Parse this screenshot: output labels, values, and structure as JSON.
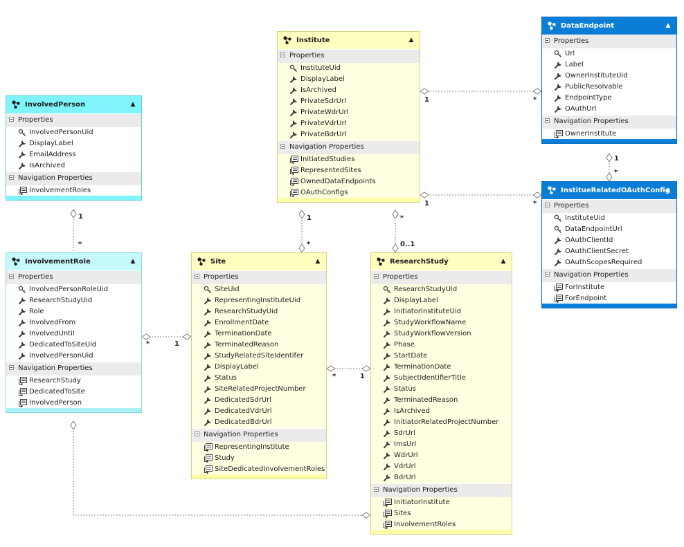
{
  "colors": {
    "yellow_header": "#ffffc0",
    "cyan_header": "#7ff5fb",
    "light_cyan_header": "#c5f9fc",
    "blue_header": "#0a7dd6",
    "section_bg": "#ebebeb",
    "connector": "#8a8a8a"
  },
  "section_labels": {
    "properties": "Properties",
    "navigation": "Navigation Properties"
  },
  "collapse_glyph": "▲",
  "entities": [
    {
      "title": "InvolvedPerson",
      "properties": [
        {
          "name": "InvolvedPersonUid",
          "icon": "key-icon"
        },
        {
          "name": "DisplayLabel",
          "icon": "wrench-icon"
        },
        {
          "name": "EmailAddress",
          "icon": "wrench-icon"
        },
        {
          "name": "IsArchived",
          "icon": "wrench-icon"
        }
      ],
      "navigation": [
        "InvolvementRoles"
      ]
    },
    {
      "title": "InvolvementRole",
      "properties": [
        {
          "name": "InvolvedPersonRoleUid",
          "icon": "key-icon"
        },
        {
          "name": "ResearchStudyUid",
          "icon": "wrench-icon"
        },
        {
          "name": "Role",
          "icon": "wrench-icon"
        },
        {
          "name": "InvolvedFrom",
          "icon": "wrench-icon"
        },
        {
          "name": "InvolvedUntil",
          "icon": "wrench-icon"
        },
        {
          "name": "DedicatedToSiteUid",
          "icon": "wrench-icon"
        },
        {
          "name": "InvolvedPersonUid",
          "icon": "wrench-icon"
        }
      ],
      "navigation": [
        "ResearchStudy",
        "DedicatedToSite",
        "InvolvedPerson"
      ]
    },
    {
      "title": "Institute",
      "properties": [
        {
          "name": "InstituteUid",
          "icon": "key-icon"
        },
        {
          "name": "DisplayLabel",
          "icon": "wrench-icon"
        },
        {
          "name": "IsArchived",
          "icon": "wrench-icon"
        },
        {
          "name": "PrivateSdrUrl",
          "icon": "wrench-icon"
        },
        {
          "name": "PrivateWdrUrl",
          "icon": "wrench-icon"
        },
        {
          "name": "PrivateVdrUrl",
          "icon": "wrench-icon"
        },
        {
          "name": "PrivateBdrUrl",
          "icon": "wrench-icon"
        }
      ],
      "navigation": [
        "InitiatedStudies",
        "RepresentedSites",
        "OwnedDataEndpoints",
        "OAuthConfigs"
      ]
    },
    {
      "title": "DataEndpoint",
      "properties": [
        {
          "name": "Url",
          "icon": "key-icon"
        },
        {
          "name": "Label",
          "icon": "wrench-icon"
        },
        {
          "name": "OwnerInstituteUid",
          "icon": "wrench-icon"
        },
        {
          "name": "PublicResolvable",
          "icon": "wrench-icon"
        },
        {
          "name": "EndpointType",
          "icon": "wrench-icon"
        },
        {
          "name": "OAuthUrl",
          "icon": "wrench-icon"
        }
      ],
      "navigation": [
        "OwnerInstitute"
      ]
    },
    {
      "title": "InstitueRelatedOAuthConfig",
      "properties": [
        {
          "name": "InstituteUid",
          "icon": "key-icon"
        },
        {
          "name": "DataEndpointUrl",
          "icon": "key-icon"
        },
        {
          "name": "OAuthClientId",
          "icon": "wrench-icon"
        },
        {
          "name": "OAuthClientSecret",
          "icon": "wrench-icon"
        },
        {
          "name": "OAuthScopesRequired",
          "icon": "wrench-icon"
        }
      ],
      "navigation": [
        "ForInstitute",
        "ForEndpoint"
      ]
    },
    {
      "title": "Site",
      "properties": [
        {
          "name": "SiteUid",
          "icon": "key-icon"
        },
        {
          "name": "RepresentingInstituteUid",
          "icon": "wrench-icon"
        },
        {
          "name": "ResearchStudyUid",
          "icon": "wrench-icon"
        },
        {
          "name": "EnrollmentDate",
          "icon": "wrench-icon"
        },
        {
          "name": "TerminationDate",
          "icon": "wrench-icon"
        },
        {
          "name": "TerminatedReason",
          "icon": "wrench-icon"
        },
        {
          "name": "StudyRelatedSiteIdentifer",
          "icon": "wrench-icon"
        },
        {
          "name": "DisplayLabel",
          "icon": "wrench-icon"
        },
        {
          "name": "Status",
          "icon": "wrench-icon"
        },
        {
          "name": "SiteRelatedProjectNumber",
          "icon": "wrench-icon"
        },
        {
          "name": "DedicatedSdrUrl",
          "icon": "wrench-icon"
        },
        {
          "name": "DedicatedVdrUrl",
          "icon": "wrench-icon"
        },
        {
          "name": "DedicatedBdrUrl",
          "icon": "wrench-icon"
        }
      ],
      "navigation": [
        "RepresentingInstitute",
        "Study",
        "SiteDedicatedInvolvementRoles"
      ]
    },
    {
      "title": "ResearchStudy",
      "properties": [
        {
          "name": "ResearchStudyUid",
          "icon": "key-icon"
        },
        {
          "name": "DisplayLabel",
          "icon": "wrench-icon"
        },
        {
          "name": "InitiatorInstituteUid",
          "icon": "wrench-icon"
        },
        {
          "name": "StudyWorkflowName",
          "icon": "wrench-icon"
        },
        {
          "name": "StudyWorkflowVersion",
          "icon": "wrench-icon"
        },
        {
          "name": "Phase",
          "icon": "wrench-icon"
        },
        {
          "name": "StartDate",
          "icon": "wrench-icon"
        },
        {
          "name": "TerminationDate",
          "icon": "wrench-icon"
        },
        {
          "name": "SubjectIdentifierTitle",
          "icon": "wrench-icon"
        },
        {
          "name": "Status",
          "icon": "wrench-icon"
        },
        {
          "name": "TerminatedReason",
          "icon": "wrench-icon"
        },
        {
          "name": "IsArchived",
          "icon": "wrench-icon"
        },
        {
          "name": "InitiatorRelatedProjectNumber",
          "icon": "wrench-icon"
        },
        {
          "name": "SdrUrl",
          "icon": "wrench-icon"
        },
        {
          "name": "ImsUrl",
          "icon": "wrench-icon"
        },
        {
          "name": "WdrUrl",
          "icon": "wrench-icon"
        },
        {
          "name": "VdrUrl",
          "icon": "wrench-icon"
        },
        {
          "name": "BdrUrl",
          "icon": "wrench-icon"
        }
      ],
      "navigation": [
        "InitiatorInstitute",
        "Sites",
        "InvolvementRoles"
      ]
    }
  ],
  "multiplicities": [
    {
      "text": "1"
    },
    {
      "text": "*"
    },
    {
      "text": "1"
    },
    {
      "text": "*"
    },
    {
      "text": "1"
    },
    {
      "text": "*"
    },
    {
      "text": "1"
    },
    {
      "text": "*"
    },
    {
      "text": "1"
    },
    {
      "text": "*"
    },
    {
      "text": "*"
    },
    {
      "text": "0..1"
    },
    {
      "text": "*"
    },
    {
      "text": "1"
    },
    {
      "text": "*"
    },
    {
      "text": "1"
    }
  ]
}
